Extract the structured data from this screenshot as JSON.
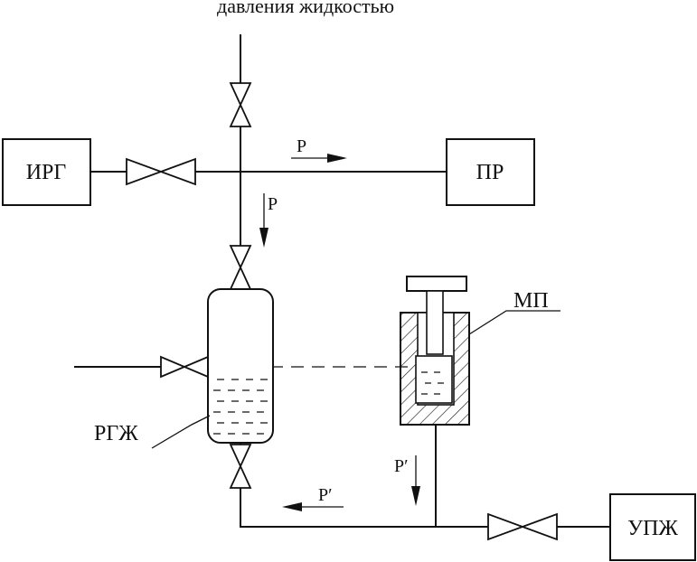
{
  "header": {
    "caption": "давления жидкостью"
  },
  "blocks": {
    "irg": "ИРГ",
    "pr": "ПР",
    "upzh": "УПЖ",
    "mp": "МП",
    "rgzh": "РГЖ"
  },
  "flow_labels": {
    "p_right": "P",
    "p_down": "P",
    "p_prime_down": "P′",
    "p_prime_left": "P′"
  }
}
